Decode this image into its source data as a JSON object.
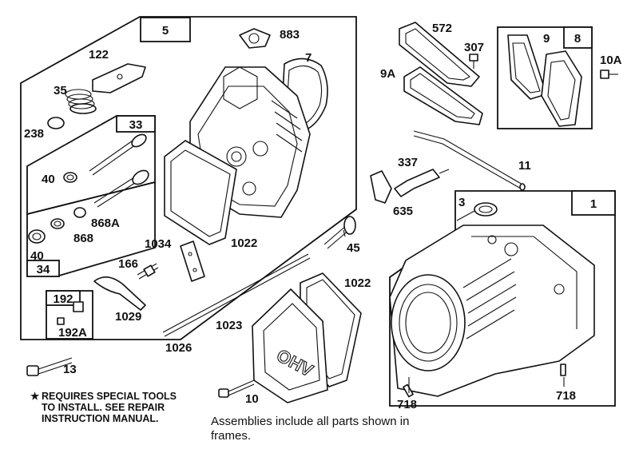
{
  "frame_labels": {
    "cylinder_head_assembly": "5",
    "exhaust_valve_group": "33",
    "intake_valve_group": "34",
    "breather_assembly": "8",
    "cylinder_assembly": "1",
    "rocker_stud_group": "192"
  },
  "part_numbers": {
    "p883": "883",
    "p7": "7",
    "p122": "122",
    "p35": "35",
    "p238": "238",
    "p40_top": "40",
    "p868a": "868A",
    "p868": "868",
    "p40_bottom": "40",
    "p1034": "1034",
    "p1022_head": "1022",
    "p166": "166",
    "p1029": "1029",
    "p192a": "192A",
    "p45": "45",
    "p572": "572",
    "p307": "307",
    "p9a": "9A",
    "p9": "9",
    "p10a": "10A",
    "p11": "11",
    "p337": "337",
    "p635": "635",
    "p3": "3",
    "p1022_cover": "1022",
    "p1023": "1023",
    "p1026": "1026",
    "p13": "13",
    "p10": "10",
    "p718_left": "718",
    "p718_right": "718"
  },
  "cover_lettering": "OHV",
  "notes": {
    "star": "★",
    "tools_line1": "REQUIRES SPECIAL TOOLS",
    "tools_line2": "TO INSTALL.  SEE REPAIR",
    "tools_line3": "INSTRUCTION MANUAL.",
    "assemblies_line1": "Assemblies include all parts shown in",
    "assemblies_line2": "frames."
  }
}
